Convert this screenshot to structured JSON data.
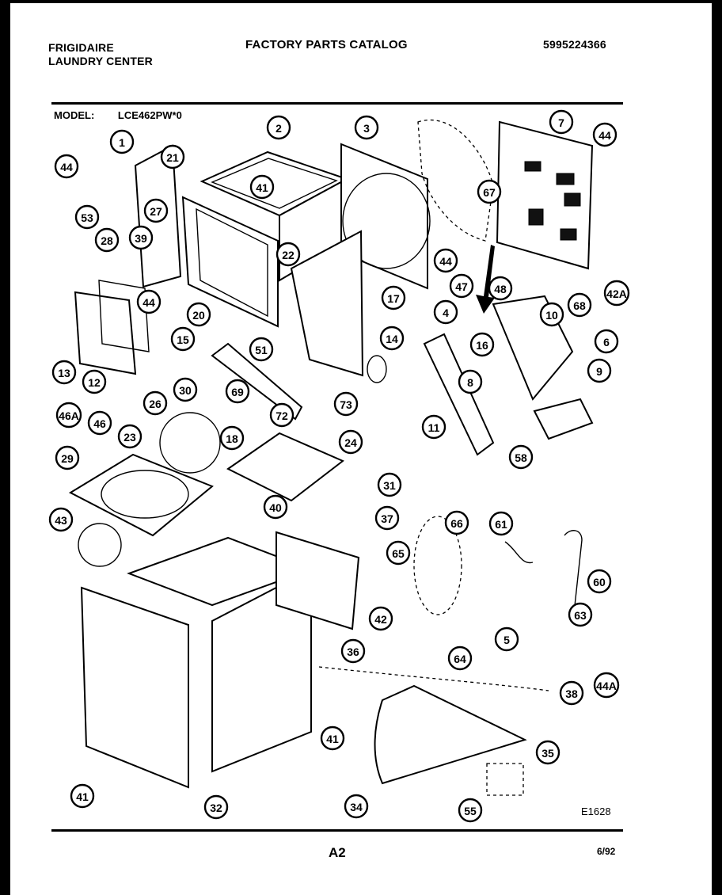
{
  "header": {
    "brand_line1": "FRIGIDAIRE",
    "brand_line2": "LAUNDRY CENTER",
    "title": "FACTORY PARTS CATALOG",
    "catalog_number": "5995224366"
  },
  "model": {
    "label": "MODEL:",
    "value": "LCE462PW*0"
  },
  "callouts": [
    "1",
    "2",
    "3",
    "7",
    "44",
    "21",
    "41",
    "67",
    "53",
    "27",
    "39",
    "28",
    "22",
    "44",
    "44",
    "44",
    "42A",
    "47",
    "48",
    "20",
    "68",
    "17",
    "4",
    "10",
    "15",
    "51",
    "14",
    "16",
    "6",
    "13",
    "12",
    "30",
    "69",
    "73",
    "8",
    "9",
    "46A",
    "46",
    "72",
    "11",
    "58",
    "26",
    "23",
    "18",
    "24",
    "29",
    "31",
    "40",
    "37",
    "43",
    "66",
    "61",
    "65",
    "60",
    "42",
    "36",
    "63",
    "5",
    "64",
    "38",
    "44A",
    "41",
    "35",
    "41",
    "32",
    "34",
    "55"
  ],
  "footer": {
    "diagram_ref": "E1628",
    "page_number": "A2",
    "date": "6/92"
  }
}
